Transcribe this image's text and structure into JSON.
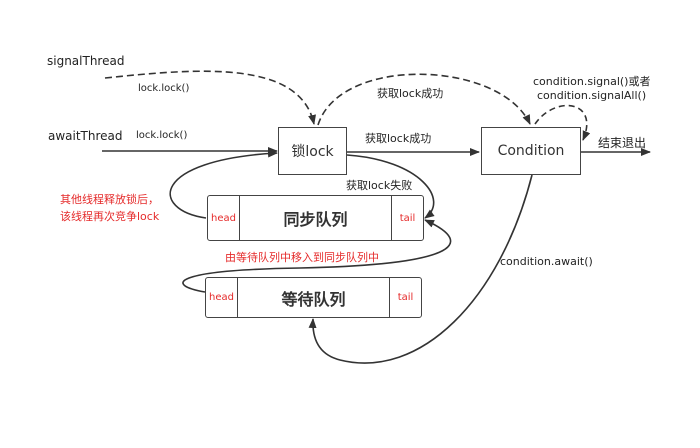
{
  "threads": {
    "signal": "signalThread",
    "await": "awaitThread"
  },
  "edges": {
    "signal_lock_call": "lock.lock()",
    "await_lock_call": "lock.lock()",
    "signal_acquire_success": "获取lock成功",
    "await_acquire_success": "获取lock成功",
    "acquire_fail": "获取lock失败",
    "signal_call_line1": "condition.signal()或者",
    "signal_call_line2": "condition.signalAll()",
    "exit": "结束退出",
    "await_call": "condition.await()",
    "recompete_line1": "其他线程释放锁后，",
    "recompete_line2": "该线程再次竞争lock",
    "move_to_sync": "由等待队列中移入到同步队列中"
  },
  "nodes": {
    "lock": "锁lock",
    "condition": "Condition",
    "sync_queue": {
      "name": "同步队列",
      "head": "head",
      "tail": "tail"
    },
    "wait_queue": {
      "name": "等待队列",
      "head": "head",
      "tail": "tail"
    }
  },
  "colors": {
    "line": "#333333",
    "annotation": "#e52b2b"
  }
}
